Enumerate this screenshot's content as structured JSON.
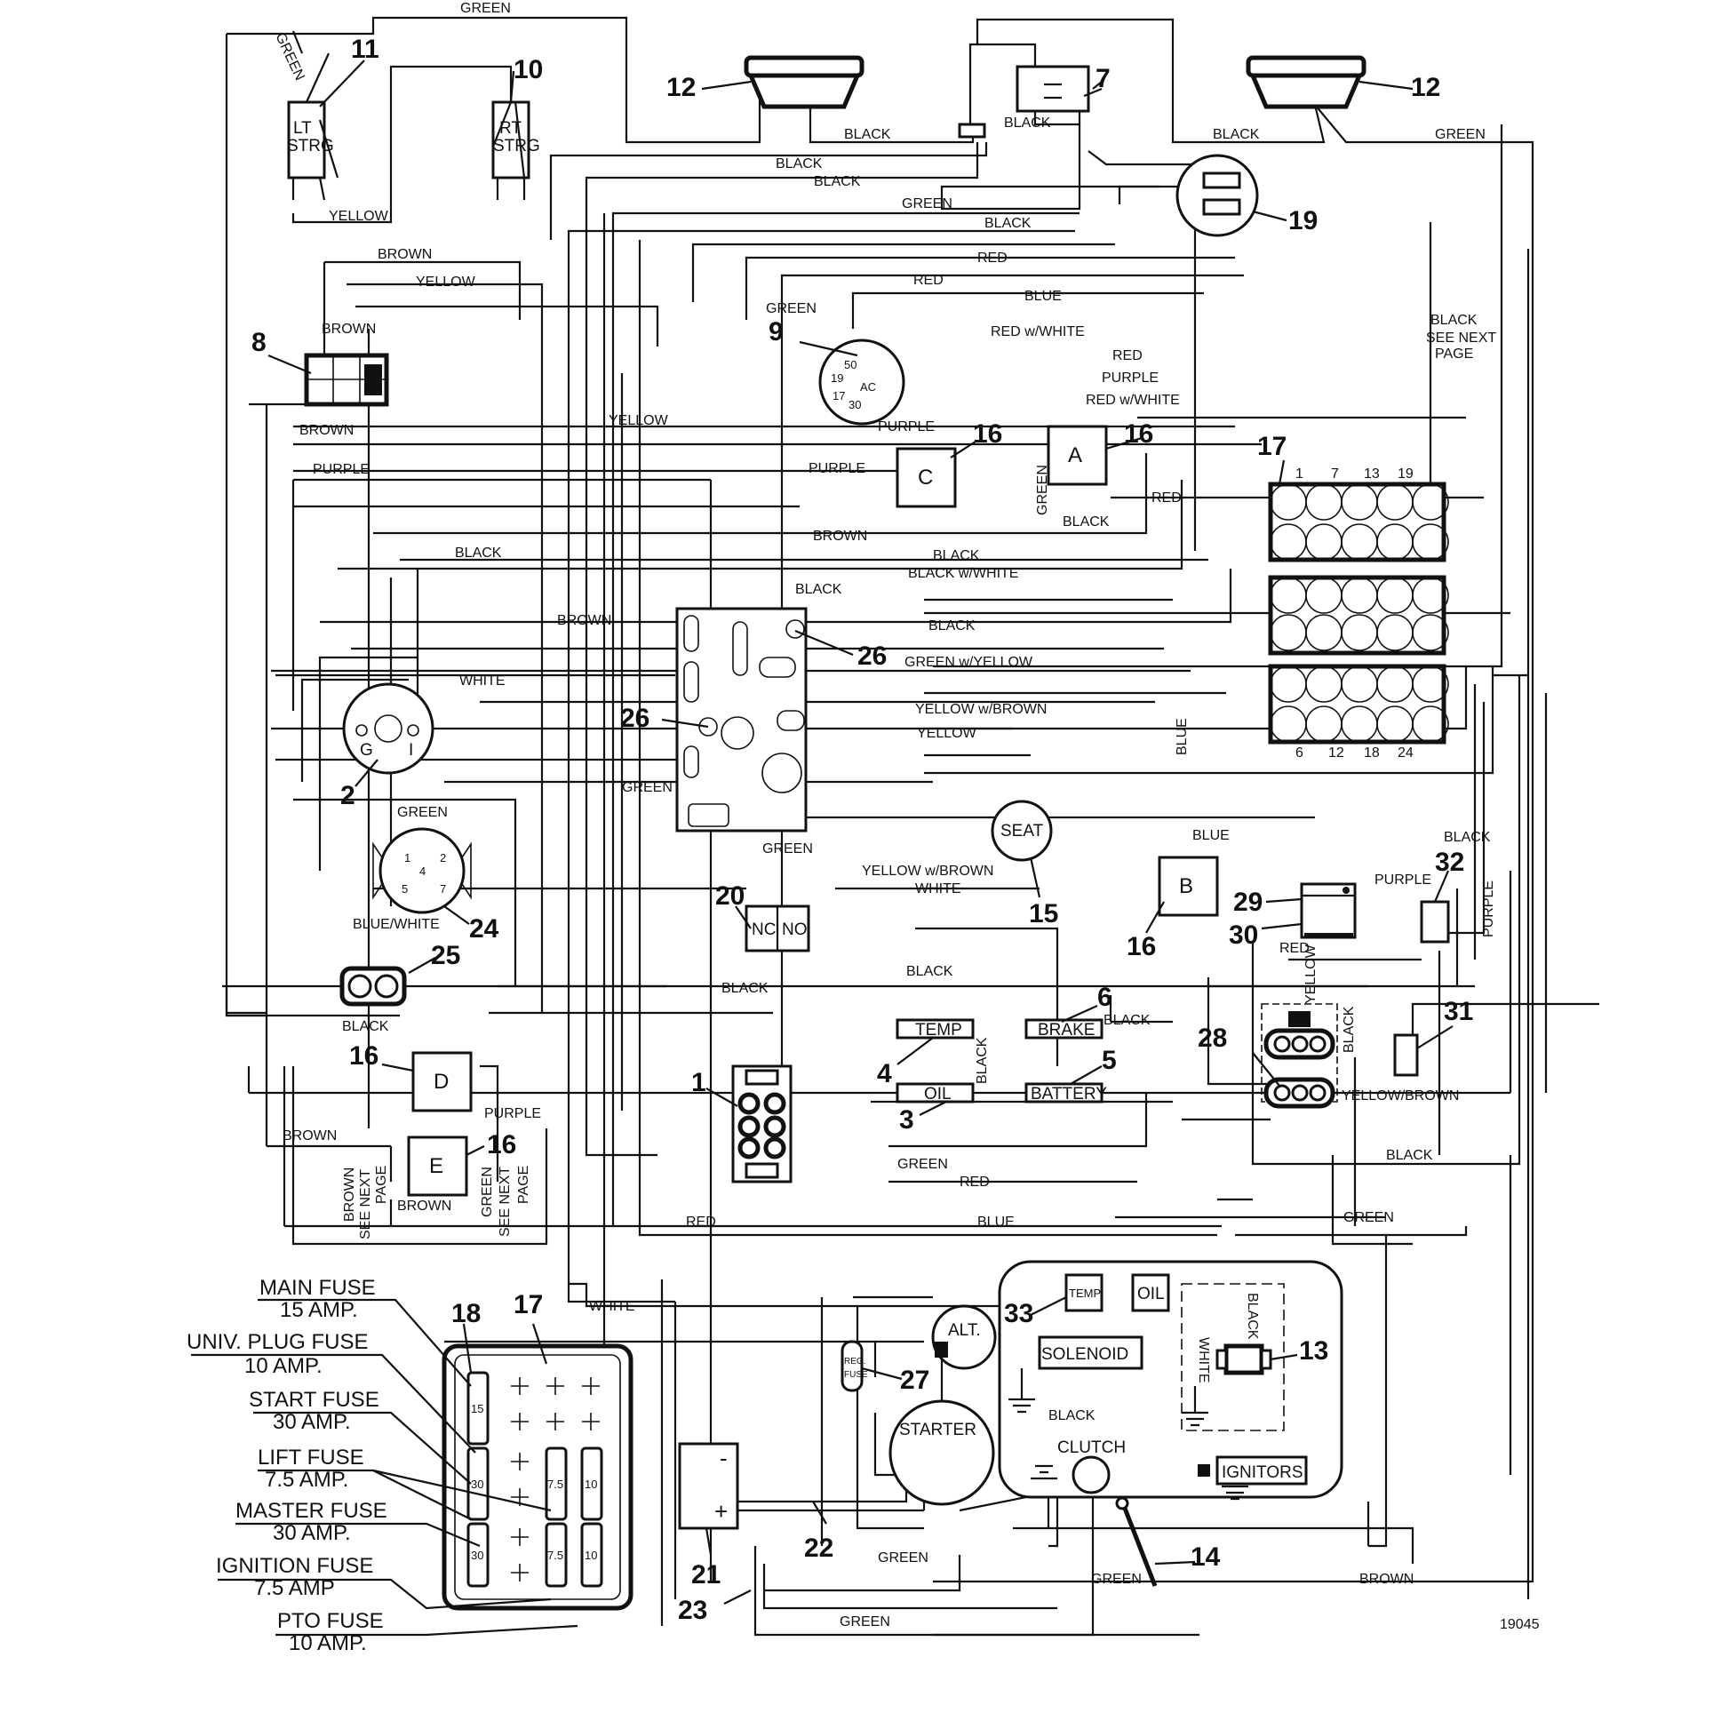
{
  "drawing_number": "19045",
  "wire_labels": {
    "green_top": "GREEN",
    "green_diag": "GREEN",
    "yellow_top": "YELLOW",
    "black_12l": "BLACK",
    "black_7": "BLACK",
    "black_12r": "BLACK",
    "green_12r": "GREEN",
    "black_a": "BLACK",
    "black_b": "BLACK",
    "green_mid": "GREEN",
    "black_c": "BLACK",
    "brown_top": "BROWN",
    "red_top": "RED",
    "yellow_2": "YELLOW",
    "red_2": "RED",
    "green_9": "GREEN",
    "blue_top": "BLUE",
    "brown_8t": "BROWN",
    "red_white": "RED w/WHITE",
    "red_3": "RED",
    "purple_top": "PURPLE",
    "red_white_2": "RED w/WHITE",
    "brown_8b": "BROWN",
    "yellow_3": "YELLOW",
    "purple_16c": "PURPLE",
    "purple_l": "PURPLE",
    "purple_m": "PURPLE",
    "green_v": "GREEN",
    "black_16a": "BLACK",
    "red_16a": "RED",
    "black_r": "BLACK",
    "see_next_r": "SEE NEXT",
    "page_r": "PAGE",
    "brown_mid": "BROWN",
    "black_d": "BLACK",
    "black_e": "BLACK",
    "black_white": "BLACK w/WHITE",
    "black_f": "BLACK",
    "brown_26": "BROWN",
    "black_g": "BLACK",
    "green_yellow": "GREEN w/YELLOW",
    "white_2": "WHITE",
    "yellow_brown": "YELLOW w/BROWN",
    "yellow_4": "YELLOW",
    "blue_v": "BLUE",
    "green_2": "GREEN",
    "green_26": "GREEN",
    "green_20": "GREEN",
    "blue_16b": "BLUE",
    "black_h": "BLACK",
    "yellow_brown_2": "YELLOW w/BROWN",
    "white_3": "WHITE",
    "purple_32": "PURPLE",
    "blue_white": "BLUE/WHITE",
    "red_30": "RED",
    "yellow_v": "YELLOW",
    "purple_v": "PURPLE",
    "black_i": "BLACK",
    "black_j": "BLACK",
    "black_k": "BLACK",
    "black_v": "BLACK",
    "black_gauge_v": "BLACK",
    "black_l": "BLACK",
    "yellow_brown_3": "YELLOW/BROWN",
    "purple_16d": "PURPLE",
    "brown_16e": "BROWN",
    "brown_see": "BROWN",
    "see_next_l": "SEE  NEXT",
    "page_l": "PAGE",
    "brown_16e2": "BROWN",
    "green_see": "GREEN",
    "see_next_l2": "SEE  NEXT",
    "page_l2": "PAGE",
    "green_3": "GREEN",
    "red_4": "RED",
    "black_m": "BLACK",
    "red_5": "RED",
    "blue_2": "BLUE",
    "green_28": "GREEN",
    "white_4": "WHITE",
    "black_engine_v": "BLACK",
    "white_engine_v": "WHITE",
    "black_ign": "BLACK",
    "green_22": "GREEN",
    "green_14": "GREEN",
    "brown_bot": "BROWN",
    "green_bot": "GREEN"
  },
  "components": {
    "lt_strg": [
      "LT",
      "STRG"
    ],
    "rt_strg": [
      "RT",
      "STRG"
    ],
    "ignition": [
      "50",
      "19",
      "AC",
      "17",
      "30"
    ],
    "relay_c": "C",
    "relay_a": "A",
    "relay_b": "B",
    "relay_d": "D",
    "relay_e": "E",
    "conn17_top": [
      "1",
      "7",
      "13",
      "19"
    ],
    "conn17_bot": [
      "6",
      "12",
      "18",
      "24"
    ],
    "hour_meter": [
      "G",
      "I"
    ],
    "seat": "SEAT",
    "switch24": [
      "1",
      "2",
      "4",
      "5",
      "7"
    ],
    "nc": "NC",
    "no": "NO",
    "temp": "TEMP",
    "brake": "BRAKE",
    "oil": "OIL",
    "battery": "BATTERY",
    "engine_temp": "TEMP",
    "engine_oil": "OIL",
    "solenoid": "SOLENOID",
    "alt": "ALT.",
    "reg_fuse": [
      "REG.",
      "FUSE"
    ],
    "starter": "STARTER",
    "clutch": "CLUTCH",
    "ignitors": "IGNITORS",
    "battery_neg": "-",
    "battery_pos": "+",
    "fuse_values": [
      "15",
      "30",
      "7.5",
      "10",
      "30",
      "7.5",
      "10"
    ]
  },
  "callouts": [
    "11",
    "10",
    "12",
    "7",
    "12",
    "19",
    "8",
    "9",
    "16",
    "16",
    "17",
    "26",
    "26",
    "2",
    "15",
    "16",
    "24",
    "20",
    "25",
    "29",
    "30",
    "32",
    "6",
    "4",
    "5",
    "3",
    "28",
    "31",
    "16",
    "1",
    "16",
    "18",
    "17",
    "33",
    "13",
    "27",
    "21",
    "22",
    "23",
    "14"
  ],
  "fuse_legend": [
    {
      "name": "MAIN  FUSE",
      "rating": "15 AMP."
    },
    {
      "name": "UNIV. PLUG FUSE",
      "rating": "10 AMP."
    },
    {
      "name": "START FUSE",
      "rating": "30 AMP."
    },
    {
      "name": "LIFT FUSE",
      "rating": "7.5 AMP."
    },
    {
      "name": "MASTER FUSE",
      "rating": "30 AMP."
    },
    {
      "name": "IGNITION FUSE",
      "rating": "7.5 AMP"
    },
    {
      "name": "PTO FUSE",
      "rating": "10 AMP."
    }
  ]
}
